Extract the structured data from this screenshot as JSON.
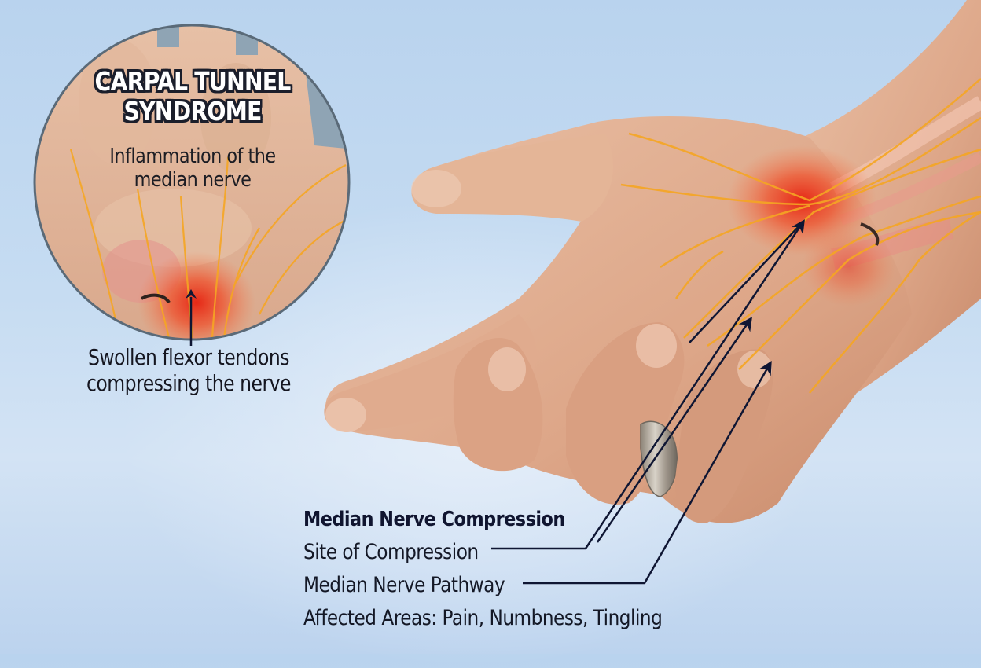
{
  "inset": {
    "title_line1": "CARPAL TUNNEL",
    "title_line2": "SYNDROME",
    "subtitle_line1": "Inflammation of the",
    "subtitle_line2": "median nerve",
    "caption_line1": "Swollen flexor tendons",
    "caption_line2": "compressing the nerve"
  },
  "legend": {
    "heading": "Median Nerve Compression",
    "items": [
      {
        "label": "Site of Compression",
        "has_leader": true
      },
      {
        "label": "Median Nerve Pathway",
        "has_leader": true
      },
      {
        "label": "Affected Areas: Pain, Numbness, Tingling",
        "has_leader": false
      }
    ]
  },
  "colors": {
    "background": "#c6dcf2",
    "skin": "#e3b194",
    "nerve": "#f5a623",
    "inflammation": "#e8321e",
    "arrow": "#0f1633",
    "text": "#151620"
  },
  "icons": {
    "arrow_site": "arrow-up-right",
    "arrow_pathway": "arrow-up-right",
    "arrow_affected": "arrow-up-right",
    "inset_pointer": "arrow-up"
  }
}
